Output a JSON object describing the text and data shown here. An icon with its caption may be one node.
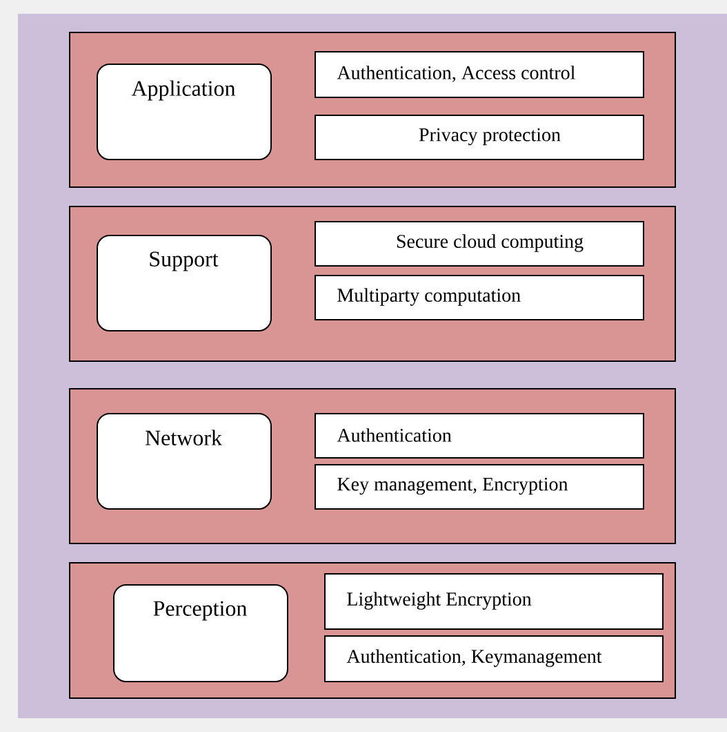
{
  "diagram": {
    "nodes": [
      {
        "text": [],
        "shape": "box"
      },
      {
        "text": [
          "Application"
        ],
        "in": 0
      },
      {
        "text": [
          "Authentication, Access control"
        ],
        "in": 0
      },
      {
        "text": [
          "Privacy protection"
        ],
        "in": 0
      },
      {
        "text": [],
        "shape": "box"
      },
      {
        "text": [
          "Support"
        ],
        "in": 4
      },
      {
        "text": [
          "Secure cloud computing"
        ],
        "in": 4
      },
      {
        "text": [
          "Multiparty computation"
        ],
        "in": 4
      },
      {
        "text": [],
        "shape": "box"
      },
      {
        "text": [
          "Network"
        ],
        "in": 8
      },
      {
        "text": [
          "Authentication"
        ],
        "in": 8
      },
      {
        "text": [
          "Key management, Encryption"
        ],
        "in": 8
      },
      {
        "text": [],
        "shape": "box"
      },
      {
        "text": [
          "Perception"
        ],
        "in": 12
      },
      {
        "text": [
          "Lightweight Encryption"
        ],
        "in": 12
      },
      {
        "text": [
          "Authentication, Keymanagement"
        ],
        "in": 12
      }
    ]
  }
}
